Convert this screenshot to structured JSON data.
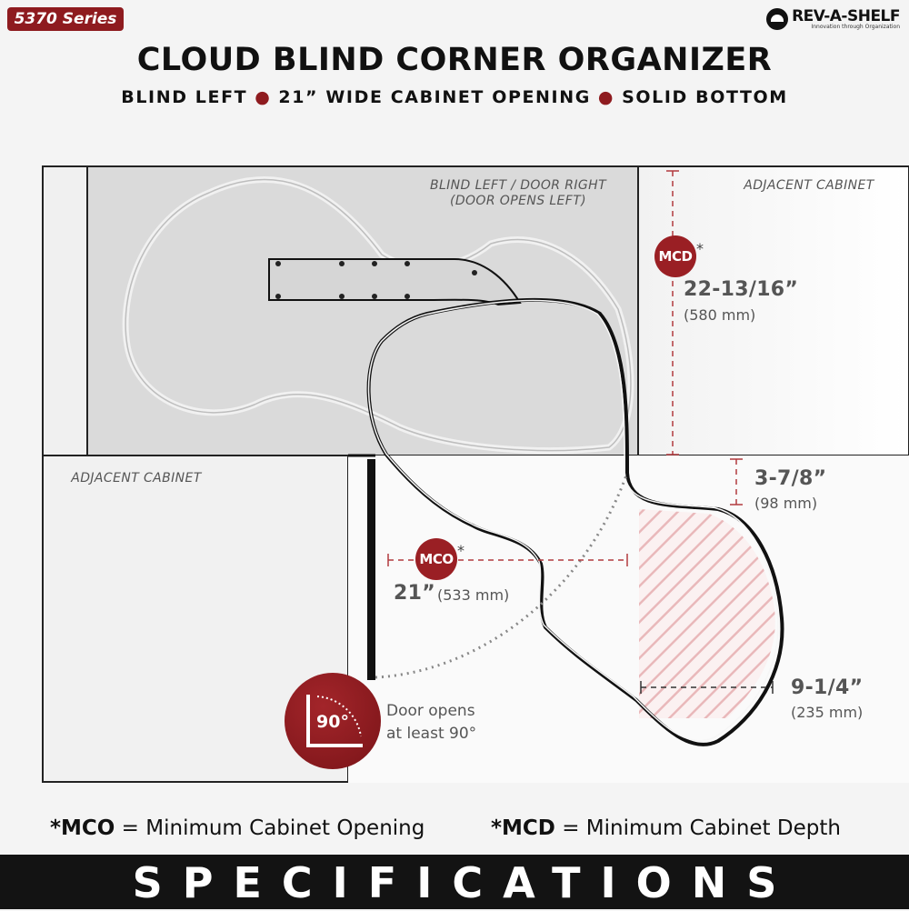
{
  "header": {
    "series_badge": "5370 Series",
    "brand_name": "REV-A-SHELF",
    "brand_tagline": "Innovation through Organization",
    "title": "CLOUD BLIND CORNER ORGANIZER",
    "subtitle_parts": [
      "BLIND LEFT",
      "21” WIDE CABINET OPENING",
      "SOLID BOTTOM"
    ]
  },
  "diagram": {
    "label_blind_line1": "BLIND LEFT / DOOR RIGHT",
    "label_blind_line2": "(DOOR OPENS LEFT)",
    "label_adjacent_right": "ADJACENT CABINET",
    "label_adjacent_left": "ADJACENT CABINET",
    "mcd_badge": "MCD",
    "mco_badge": "MCO",
    "asterisk": "*",
    "depth_value": "22-13/16”",
    "depth_mm": "(580 mm)",
    "gap_value": "3-7/8”",
    "gap_mm": "(98 mm)",
    "opening_value": "21”",
    "opening_mm": "(533 mm)",
    "extension_value": "9-1/4”",
    "extension_mm": "(235 mm)",
    "angle_badge": "90°",
    "door_note_line1": "Door opens",
    "door_note_line2": "at least 90°",
    "accent_color": "#9a1f24"
  },
  "legend": {
    "mco_prefix": "*MCO",
    "mco_text": " = Minimum Cabinet Opening",
    "mcd_prefix": "*MCD",
    "mcd_text": " = Minimum Cabinet Depth"
  },
  "footer": {
    "title": "SPECIFICATIONS"
  }
}
